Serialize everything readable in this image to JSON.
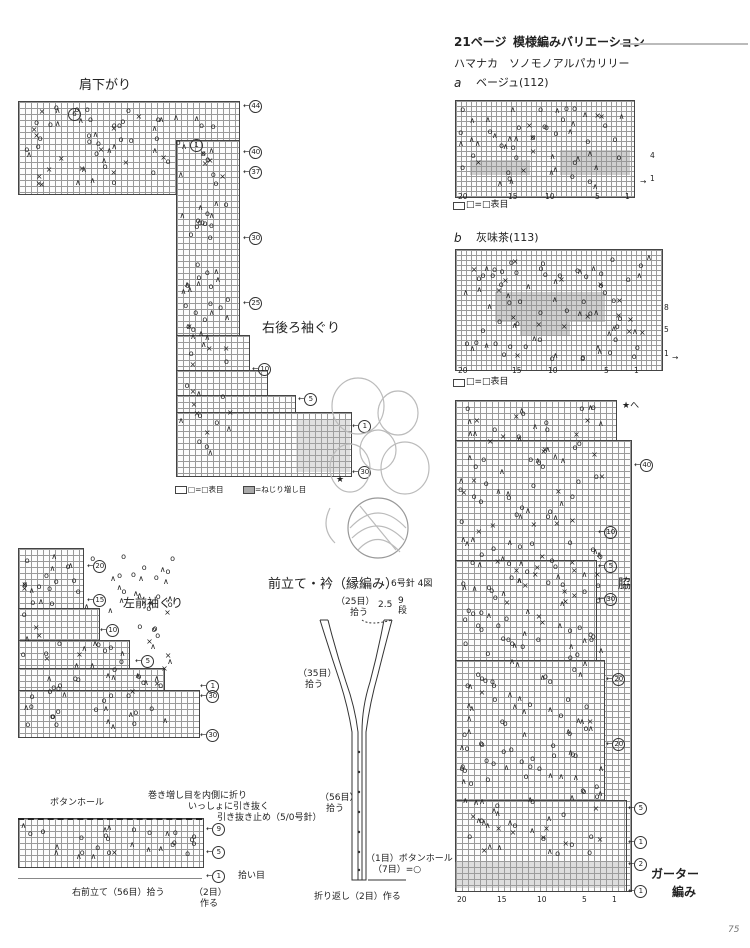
{
  "header": {
    "page_ref": "21ページ",
    "title": "模様編みバリエーション",
    "yarn": "ハマナカ　ソノモノアルパカリリー"
  },
  "variation_a": {
    "marker": "a",
    "color": "ベージュ(112)",
    "row_numbers": [
      "4",
      "1"
    ],
    "col_numbers": [
      "20",
      "15",
      "10",
      "5",
      "1"
    ],
    "key_text": "□=□表目"
  },
  "variation_b": {
    "marker": "b",
    "color": "灰味茶(113)",
    "row_numbers": [
      "8",
      "5",
      "1"
    ],
    "col_numbers": [
      "20",
      "15",
      "10",
      "5",
      "1"
    ],
    "key_text": "□=□表目"
  },
  "shoulder_chart": {
    "title": "肩下がり",
    "markers": [
      "44",
      "1",
      "6",
      "40",
      "37",
      "30",
      "25"
    ]
  },
  "back_armhole": {
    "title": "右後ろ袖ぐり",
    "markers": [
      "10",
      "5",
      "1",
      "30"
    ],
    "key_knit": "□=□表目",
    "key_twist": "=ねじり増し目"
  },
  "left_front_armhole": {
    "title": "左前袖ぐり",
    "markers": [
      "20",
      "15",
      "10",
      "5",
      "1",
      "30",
      "30"
    ]
  },
  "front_band": {
    "title": "前立て・衿（縁編み）",
    "needle": "6号針 4図",
    "collar_stitches": "（25目）",
    "collar_pick": "拾う",
    "measure_2_5": "2.5",
    "measure_9": "9",
    "measure_9_label": "段",
    "side_stitches": "（35目）",
    "side_pick": "拾う",
    "lower_stitches": "（56目）",
    "lower_pick": "拾う",
    "button_hole_note": "（1目）ボタンホール",
    "button_hole_count": "（7目）=○",
    "fold_note": "折り返し（2目）作る"
  },
  "band_detail": {
    "button_hole_label": "ボタンホール",
    "inner_fold_note": "巻き増し目を内側に折り",
    "pull_through": "いっしょに引き抜く",
    "bind_off": "引き抜き止め（5/0号針）",
    "row_9": "9",
    "row_5": "5",
    "row_1": "1",
    "pick_label": "拾い目",
    "right_front_pick": "右前立て（56目）拾う",
    "make_2": "（2目）",
    "make_label": "作る"
  },
  "side_chart": {
    "title": "脇",
    "star_note": "★へ",
    "garter_label": "ガーター",
    "garter_label2": "編み",
    "markers": [
      "20",
      "15",
      "10",
      "5",
      "1",
      "40",
      "30",
      "20",
      "10",
      "5",
      "1",
      "2",
      "1"
    ],
    "col_numbers": [
      "20",
      "15",
      "10",
      "5",
      "1"
    ]
  },
  "page_number": "75"
}
